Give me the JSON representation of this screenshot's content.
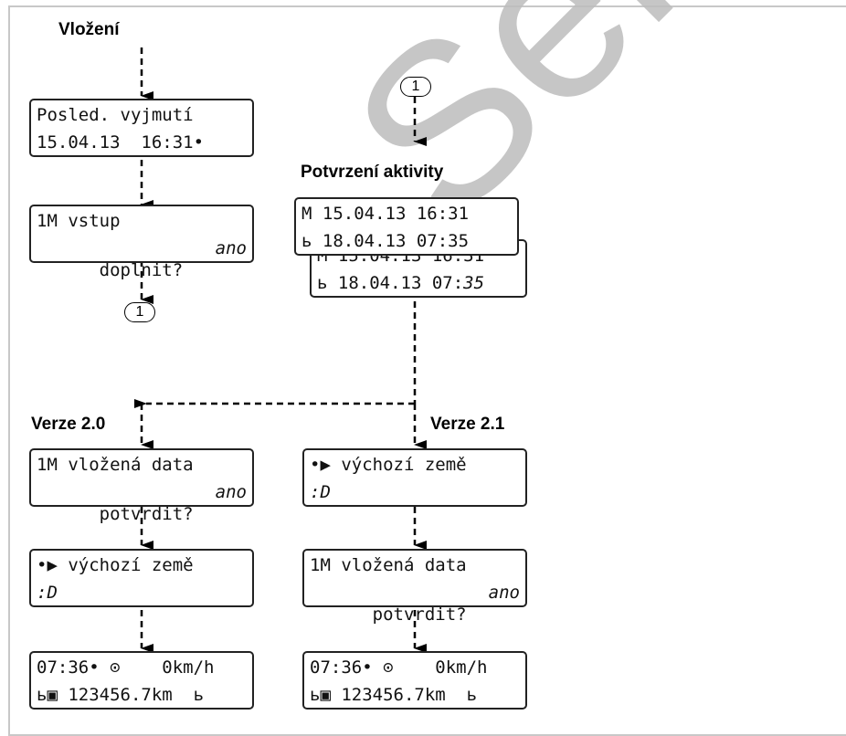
{
  "headings": {
    "insert": "Vložení",
    "confirm_activity": "Potvrzení aktivity",
    "version_20": "Verze 2.0",
    "version_21": "Verze 2.1"
  },
  "marker": "1",
  "watermark": "Service o",
  "displays": {
    "last_removal": {
      "line1": "Posled. vyjmutí",
      "line2": "15.04.13  16:31•"
    },
    "manual_entry": {
      "line1": "1M vstup",
      "line2": "doplnit?",
      "line2_right": "ano"
    },
    "activity_front": {
      "line1": "M 15.04.13 16:31",
      "line2": "ь 18.04.13 07:35"
    },
    "activity_back": {
      "line1": "M 15.04.13 16:31",
      "line2": "ь 18.04.13 07:",
      "line2_italic": "35"
    },
    "v20_confirm": {
      "line1": "1M vložená data",
      "line2": "potvrdit?",
      "line2_right": "ano"
    },
    "v20_country": {
      "line1": "•▶ výchozí země",
      "line2": ":D"
    },
    "v20_standard": {
      "line1": "07:36• ⊙    0km/h",
      "line2": "ь▣ 123456.7km  ь"
    },
    "v21_country": {
      "line1": "•▶ výchozí země",
      "line2": ":D"
    },
    "v21_confirm": {
      "line1": "1M vložená data",
      "line2": "potvrdit?",
      "line2_right": "ano"
    },
    "v21_standard": {
      "line1": "07:36• ⊙    0km/h",
      "line2": "ь▣ 123456.7km  ь"
    }
  },
  "colors": {
    "line": "#000000",
    "frame": "#c8c8c8",
    "watermark": "#bdbdbd"
  }
}
